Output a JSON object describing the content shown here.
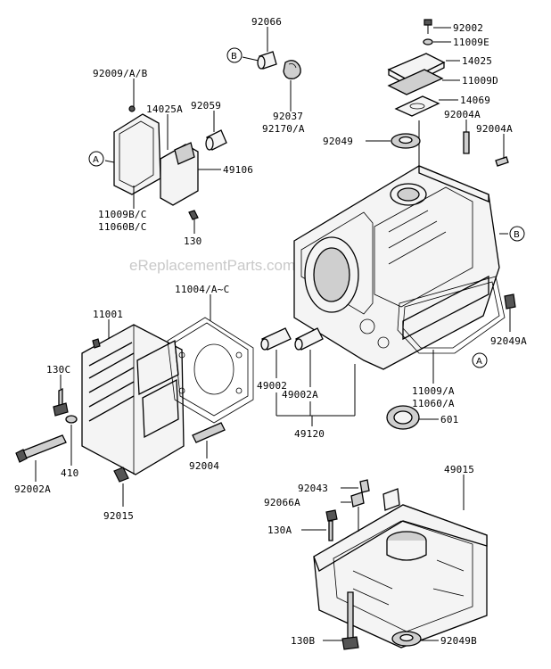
{
  "watermark": "eReplacementParts.com",
  "refs": {
    "A": "A",
    "B": "B"
  },
  "labels": {
    "l92066": "92066",
    "l92002": "92002",
    "l11009E": "11009E",
    "l14025": "14025",
    "l11009D": "11009D",
    "l14069": "14069",
    "l92004A_1": "92004A",
    "l92004A_2": "92004A",
    "l92049": "92049",
    "l92009AB": "92009/A/B",
    "l14025A": "14025A",
    "l92059": "92059",
    "l92037": "92037",
    "l92170A": "92170/A",
    "l49106": "49106",
    "l11009BC": "11009B/C",
    "l11060BC": "11060B/C",
    "l130": "130",
    "l11004AC": "11004/A~C",
    "l11001": "11001",
    "l130C": "130C",
    "l92049A": "92049A",
    "l49002": "49002",
    "l49002A": "49002A",
    "l11009A": "11009/A",
    "l11060A": "11060/A",
    "l601": "601",
    "l92002A": "92002A",
    "l410": "410",
    "l92004": "92004",
    "l49120": "49120",
    "l49015": "49015",
    "l92015": "92015",
    "l92043": "92043",
    "l92066A": "92066A",
    "l130A": "130A",
    "l130B": "130B",
    "l92049B": "92049B"
  }
}
